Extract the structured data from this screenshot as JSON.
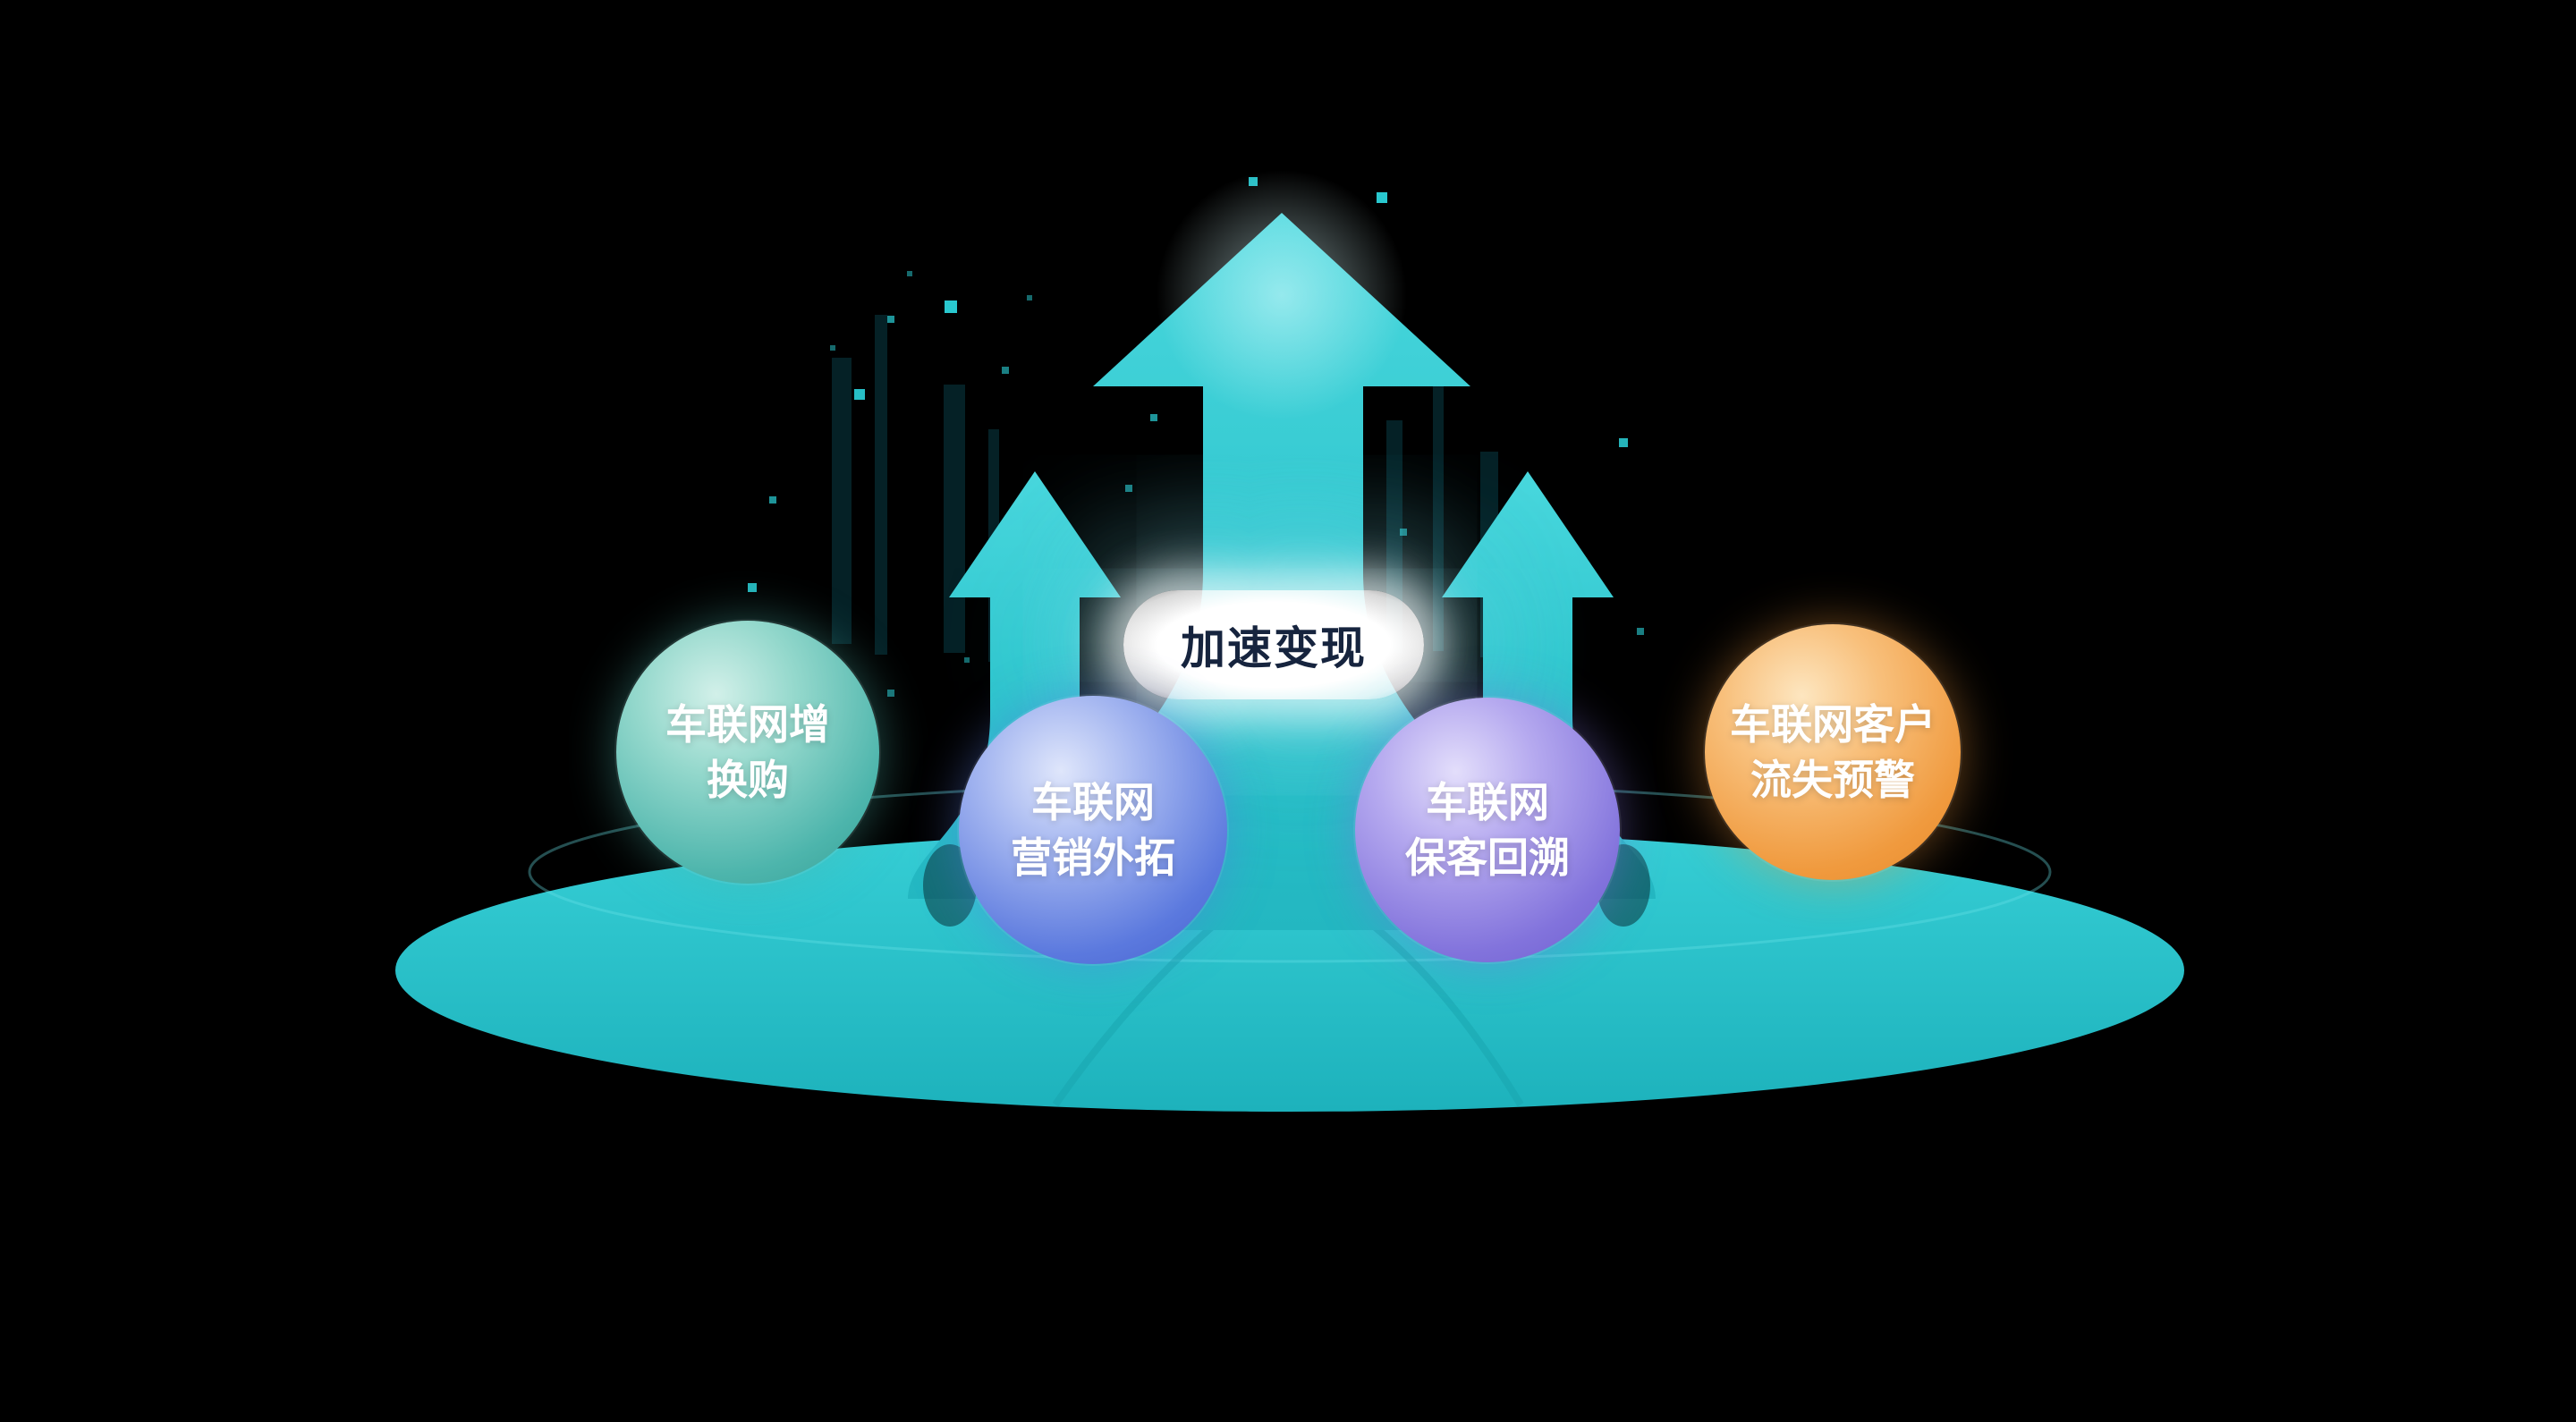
{
  "scene": {
    "center_label": "加速变现",
    "spheres": [
      {
        "name": "iov-trade-in-upgrade",
        "line1": "车联网增",
        "line2": "换购",
        "color": "#4db5ac"
      },
      {
        "name": "iov-marketing-expansion",
        "line1": "车联网",
        "line2": "营销外拓",
        "color": "#5b79de"
      },
      {
        "name": "iov-customer-retention",
        "line1": "车联网",
        "line2": "保客回溯",
        "color": "#8273dc"
      },
      {
        "name": "iov-churn-early-warning",
        "line1": "车联网客户",
        "line2": "流失预警",
        "color": "#f09a3e"
      }
    ],
    "colors": {
      "background": "#000000",
      "platform": "#29c5cc",
      "arrow": "#2cc9d0",
      "label_background": "#ffffff",
      "label_text": "#16243e",
      "sphere_text": "#ffffff"
    }
  }
}
